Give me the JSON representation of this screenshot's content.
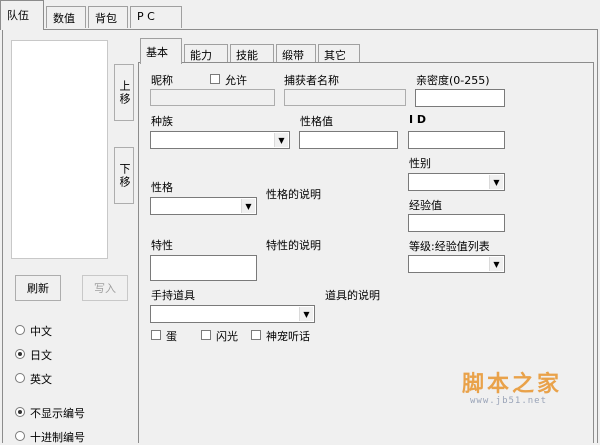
{
  "outer_tabs": [
    "队伍",
    "数值",
    "背包",
    "P C"
  ],
  "left": {
    "move_up": "上移",
    "move_down": "下移",
    "refresh": "刷新",
    "write": "写入",
    "languages": [
      "中文",
      "日文",
      "英文"
    ],
    "selected_language": "日文",
    "number_options": [
      "不显示编号",
      "十进制编号"
    ],
    "selected_number_option": "不显示编号"
  },
  "inner_tabs": [
    "基本",
    "能力",
    "技能",
    "缎带",
    "其它"
  ],
  "basic": {
    "nickname_label": "昵称",
    "allow_label": "允许",
    "catcher_name_label": "捕获者名称",
    "friendship_label": "亲密度(0-255)",
    "species_label": "种族",
    "personality_value_label": "性格值",
    "id_label": "I D",
    "gender_label": "性别",
    "nature_label": "性格",
    "nature_desc_label": "性格的说明",
    "exp_label": "经验值",
    "ability_label": "特性",
    "ability_desc_label": "特性的说明",
    "level_label": "等级:经验值列表",
    "held_item_label": "手持道具",
    "item_desc_label": "道具的说明",
    "egg_label": "蛋",
    "shiny_label": "闪光",
    "mythical_label": "神宠听话"
  },
  "watermark": {
    "main": "脚本之家",
    "sub": "www.jb51.net"
  }
}
